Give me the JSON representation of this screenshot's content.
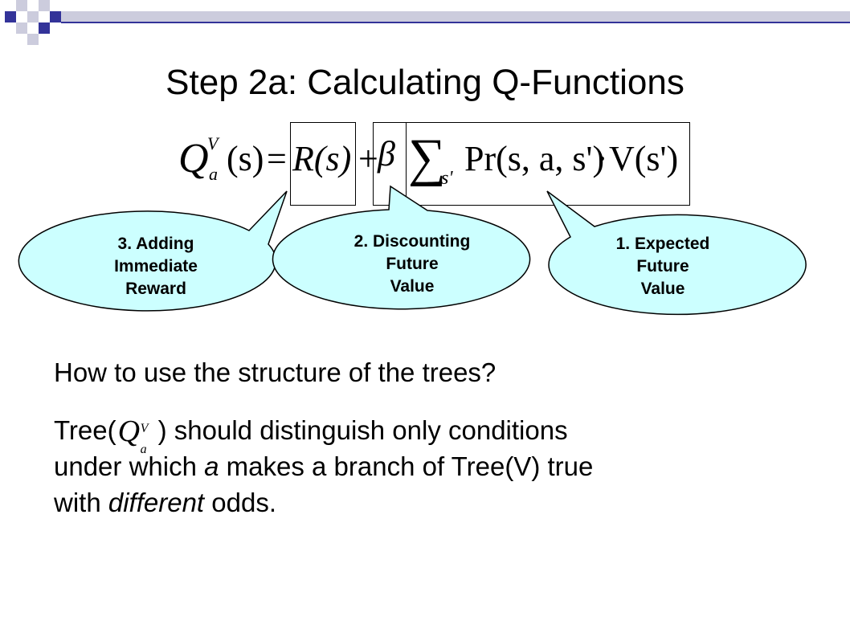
{
  "slide": {
    "title": "Step 2a: Calculating Q-Functions",
    "accent_color": "#333399",
    "accent_light_color": "#ccccdd"
  },
  "formula": {
    "q": "Q",
    "q_sup": "V",
    "q_sub": "a",
    "lhs_arg": "(s)",
    "equals": "=",
    "reward": "R(s)",
    "plus": "+",
    "beta": "β",
    "sum": "∑",
    "sum_sub": "s'",
    "pr": "Pr(s, a, s')",
    "dot": "·",
    "value": "V(s')"
  },
  "bubbles": [
    {
      "number": "3.",
      "lines": [
        "3. Adding",
        "Immediate",
        "Reward"
      ]
    },
    {
      "number": "2.",
      "lines": [
        "2. Discounting",
        "Future",
        "Value"
      ]
    },
    {
      "number": "1.",
      "lines": [
        "1. Expected",
        "Future",
        "Value"
      ]
    }
  ],
  "body": {
    "question": "How to use the structure of the trees?",
    "line1_pre": "Tree(",
    "line1_post": ") should distinguish only conditions",
    "line2_pre": "under which ",
    "line2_a": "a",
    "line2_post": " makes a branch of Tree(V) true",
    "line3_pre": "with ",
    "line3_em": "different",
    "line3_post": " odds."
  },
  "inline_q": {
    "q": "Q",
    "sup": "V",
    "sub": "a"
  }
}
